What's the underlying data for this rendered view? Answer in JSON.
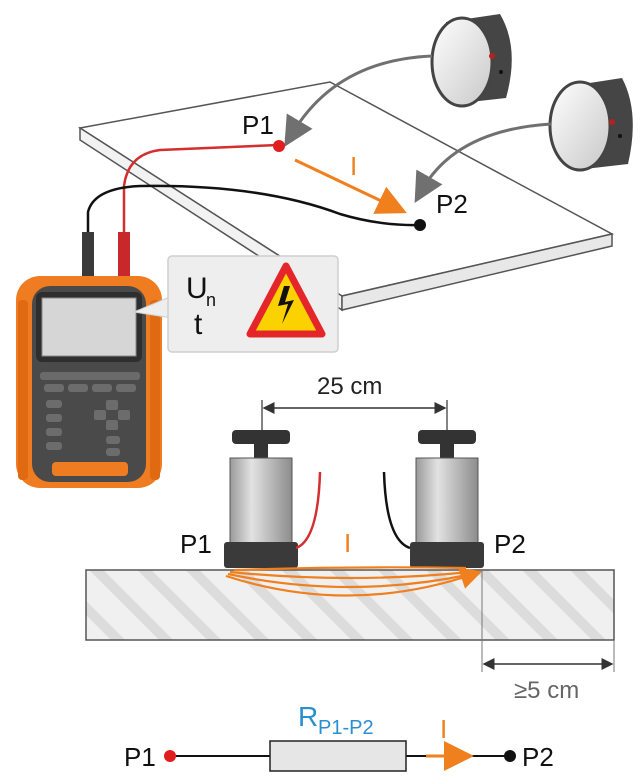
{
  "labels": {
    "p1": "P1",
    "p2": "P2",
    "current": "I",
    "voltage_main": "U",
    "voltage_sub": "n",
    "time": "t",
    "spacing": "25 cm",
    "edge_distance": "≥5 cm",
    "resistor_main": "R",
    "resistor_sub": "P1-P2"
  },
  "colors": {
    "current_orange": "#f07f1e",
    "lead_red": "#d42e2e",
    "resistor_label_blue": "#2a8fd0",
    "meter_orange": "#f07c22",
    "warning_yellow": "#fbd200",
    "warning_red": "#e4262a"
  },
  "icons": {
    "warning": "high-voltage-warning-icon"
  }
}
